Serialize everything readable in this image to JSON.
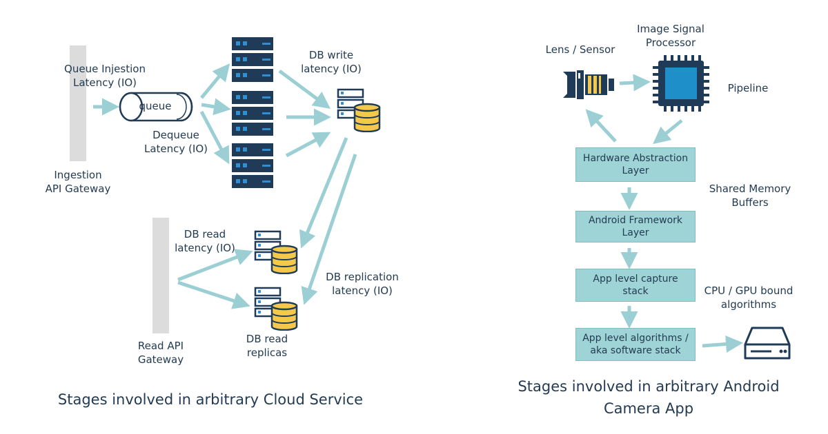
{
  "cloud": {
    "queue_injection_label": [
      "Queue Injestion",
      "Latency (IO)"
    ],
    "queue_label": "queue",
    "dequeue_label": [
      "Dequeue",
      "Latency (IO)"
    ],
    "ingestion_gateway_label": [
      "Ingestion",
      "API Gateway"
    ],
    "db_write_label": [
      "DB write",
      "latency (IO)"
    ],
    "db_read_latency_label": [
      "DB read",
      "latency (IO)"
    ],
    "db_replication_label": [
      "DB replication",
      "latency (IO)"
    ],
    "read_gateway_label": [
      "Read API",
      "Gateway"
    ],
    "db_read_replicas_label": [
      "DB read",
      "replicas"
    ],
    "caption": "Stages involved in arbitrary Cloud Service"
  },
  "android": {
    "lens_label": "Lens / Sensor",
    "isp_label": [
      "Image Signal",
      "Processor"
    ],
    "pipeline_label": "Pipeline",
    "hal_box": [
      "Hardware Abstraction",
      "Layer"
    ],
    "shared_memory_label": [
      "Shared Memory",
      "Buffers"
    ],
    "framework_box": [
      "Android Framework",
      "Layer"
    ],
    "capture_box": [
      "App level capture",
      "stack"
    ],
    "cpu_gpu_label": [
      "CPU / GPU bound",
      "algorithms"
    ],
    "algorithms_box": [
      "App level algorithms /",
      "aka software stack"
    ],
    "caption": [
      "Stages involved in arbitrary Android",
      "Camera App"
    ]
  },
  "colors": {
    "arrow": "#9ccfd3",
    "server": "#1f3b57",
    "server_accent": "#2f8fd0",
    "db_gold": "#f3c84b",
    "box_fill": "#9fd4d7",
    "gateway": "#dcdcdc"
  },
  "icons": [
    "server-rack-icon",
    "database-server-icon",
    "camera-lens-icon",
    "processor-chip-icon",
    "storage-drive-icon",
    "queue-cylinder-icon"
  ]
}
